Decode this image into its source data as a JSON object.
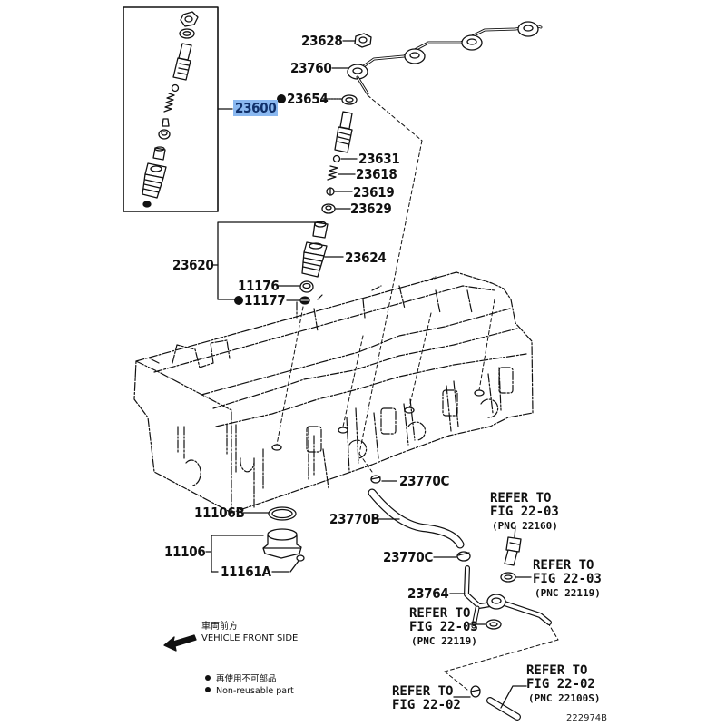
{
  "diagram": {
    "title": "Injection nozzle / cylinder head exploded parts diagram",
    "highlight_color": "#8ab8f0",
    "figure_id": "222974B"
  },
  "parts": {
    "p23628": "23628",
    "p23760": "23760",
    "p23654": "23654",
    "p23600": "23600",
    "p23631": "23631",
    "p23618": "23618",
    "p23619": "23619",
    "p23629": "23629",
    "p23620": "23620",
    "p23624": "23624",
    "p11176": "11176",
    "p11177": "11177",
    "p23770c_top": "23770C",
    "p23770b": "23770B",
    "p23770c_bottom": "23770C",
    "p23764": "23764",
    "p11106b": "11106B",
    "p11106": "11106",
    "p11161a": "11161A"
  },
  "non_reusable_marked": [
    "23654",
    "11177"
  ],
  "references": {
    "ref_22160": {
      "line1": "REFER TO",
      "line2": "FIG 22-03",
      "pnc": "(PNC 22160)"
    },
    "ref_22119_right": {
      "line1": "REFER TO",
      "line2": "FIG 22-03",
      "pnc": "(PNC 22119)"
    },
    "ref_22119_left": {
      "line1": "REFER TO",
      "line2": "FIG 22-03",
      "pnc": "(PNC 22119)"
    },
    "ref_fig2202_left": {
      "line1": "REFER TO",
      "line2": "FIG 22-02"
    },
    "ref_22100s": {
      "line1": "REFER TO",
      "line2": "FIG 22-02",
      "pnc": "(PNC 22100S)"
    }
  },
  "direction": {
    "japanese": "車両前方",
    "english": "VEHICLE FRONT SIDE"
  },
  "legend": {
    "japanese": "再使用不可部品",
    "english": "Non-reusable part"
  }
}
